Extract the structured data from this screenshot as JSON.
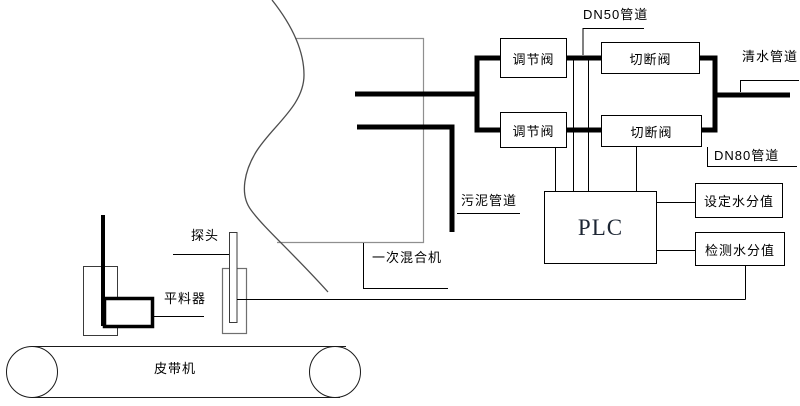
{
  "labels": {
    "dn50_pipe": "DN50管道",
    "clean_water_pipe": "清水管道",
    "dn80_pipe": "DN80管道",
    "sludge_pipe": "污泥管道",
    "regulating_valve_top": "调节阀",
    "regulating_valve_bottom": "调节阀",
    "cutoff_valve_top": "切断阀",
    "cutoff_valve_bottom": "切断阀",
    "plc": "PLC",
    "set_moisture_value": "设定水分值",
    "detected_moisture_value": "检测水分值",
    "primary_mixer": "一次混合机",
    "probe": "探头",
    "leveler": "平料器",
    "belt_conveyor": "皮带机"
  },
  "colors": {
    "line": "#000000",
    "mixer_outline": "#8f8f8f",
    "probe_outline": "#6f6f6f",
    "curve": "#4d4d4d",
    "plc_text": "#1c2533",
    "background": "#ffffff"
  }
}
